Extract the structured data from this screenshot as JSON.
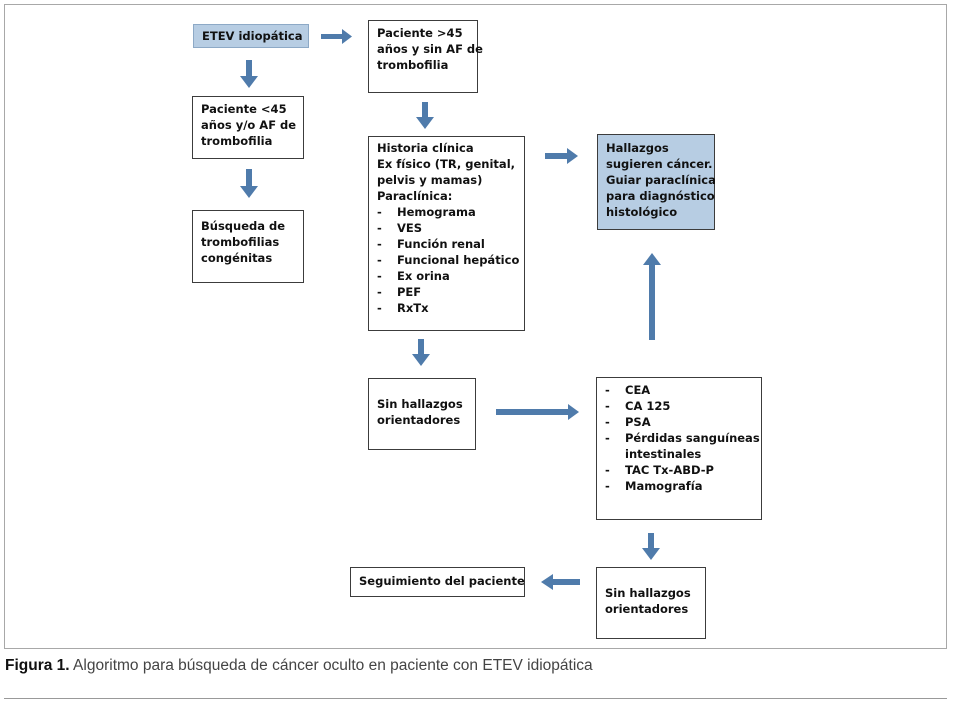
{
  "boxes": {
    "etev": {
      "lines": [
        "ETEV idiopática"
      ]
    },
    "patient_gt45": {
      "lines": [
        "Paciente >45",
        "años y sin  AF de",
        "trombofilia"
      ]
    },
    "patient_lt45": {
      "lines": [
        "Paciente <45",
        "años y/o AF de",
        "trombofilia"
      ]
    },
    "busqueda": {
      "lines": [
        "Búsqueda de",
        "trombofilias",
        "congénitas"
      ]
    },
    "historia": {
      "lines": [
        "Historia clínica",
        "Ex físico (TR, genital,",
        "pelvis y mamas)",
        "Paraclínica:"
      ],
      "items": [
        "Hemograma",
        "VES",
        "Función renal",
        "Funcional hepático",
        "Ex orina",
        "PEF",
        "RxTx"
      ]
    },
    "hallazgos_cancer": {
      "lines": [
        "Hallazgos",
        "sugieren cáncer.",
        "Guiar paraclínica",
        "para diagnóstico",
        "histológico"
      ]
    },
    "sin_hallazgos_1": {
      "lines": [
        "Sin hallazgos",
        "orientadores"
      ]
    },
    "markers": {
      "items": [
        "CEA",
        "CA 125",
        "PSA",
        "Pérdidas sanguíneas",
        "intestinales",
        "TAC Tx-ABD-P",
        "Mamografía"
      ]
    },
    "sin_hallazgos_2": {
      "lines": [
        "Sin hallazgos",
        "orientadores"
      ]
    },
    "seguimiento": {
      "lines": [
        "Seguimiento del paciente"
      ]
    }
  },
  "caption": {
    "label": "Figura 1.",
    "text": " Algoritmo para búsqueda de cáncer oculto en paciente con ETEV idiopática"
  },
  "colors": {
    "arrow": "#4f7bab",
    "box_fill": "#b7cde3",
    "box_border": "#3c3c3c"
  },
  "markers_blank_item_index": 4
}
